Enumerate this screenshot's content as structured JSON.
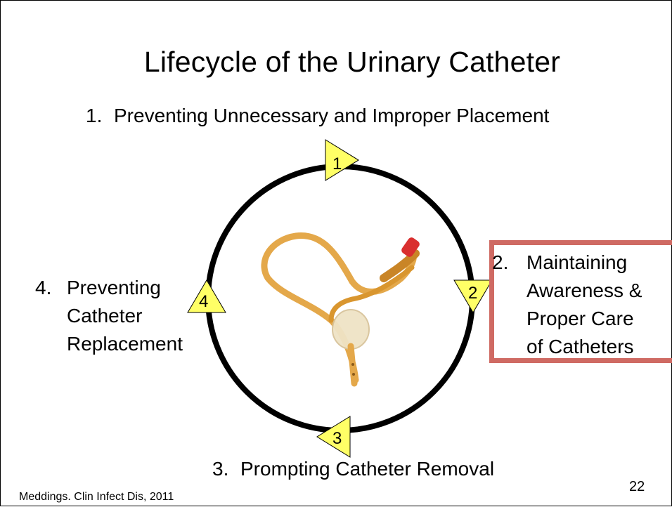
{
  "slide": {
    "title": "Lifecycle of the Urinary Catheter",
    "steps": {
      "step1": {
        "number": "1.",
        "text": "Preventing Unnecessary and Improper Placement"
      },
      "step2": {
        "number": "2.",
        "lines": [
          "Maintaining",
          "Awareness &",
          "Proper Care",
          "of Catheters"
        ]
      },
      "step3": {
        "number": "3.",
        "text": "Prompting Catheter Removal"
      },
      "step4": {
        "number": "4.",
        "lines": [
          "Preventing",
          "Catheter",
          "Replacement"
        ]
      }
    },
    "arrow_markers": [
      "1",
      "2",
      "3",
      "4"
    ],
    "citation": "Meddings. Clin Infect Dis, 2011",
    "page_number": "22"
  },
  "colors": {
    "cycle_ring": "#000000",
    "marker_fill": "#ffff66",
    "highlight_box": "#cf6a63",
    "catheter_tube": "#e4a84a",
    "catheter_tip": "#d92f2f"
  },
  "icons": {
    "center_image": "foley-catheter-illustration",
    "markers": "triangle-arrow-icon"
  }
}
